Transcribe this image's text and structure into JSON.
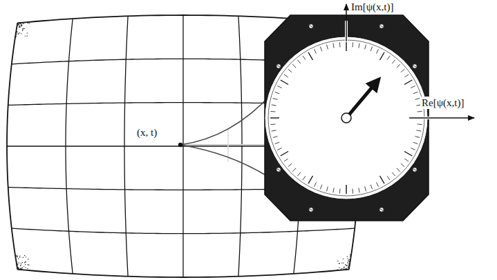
{
  "diagram": {
    "labels": [
      "Im[ψ(x,t)]",
      "Re[ψ(x,t)]",
      "(x, t)"
    ]
  }
}
